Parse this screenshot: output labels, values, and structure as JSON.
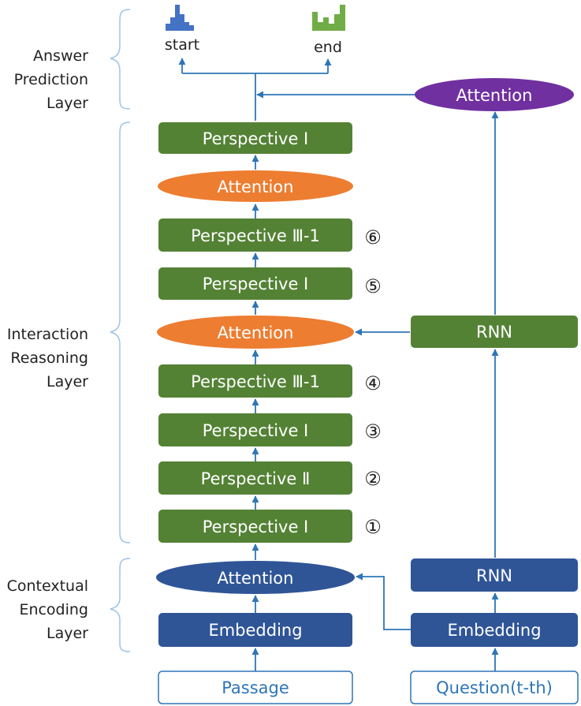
{
  "layers": {
    "answer": [
      "Answer",
      "Prediction",
      "Layer"
    ],
    "interaction": [
      "Interaction",
      "Reasoning",
      "Layer"
    ],
    "contextual": [
      "Contextual",
      "Encoding",
      "Layer"
    ]
  },
  "outputs": {
    "start": "start",
    "end": "end"
  },
  "passage_column": {
    "input": "Passage",
    "embedding": "Embedding",
    "attention_bottom": "Attention",
    "step1": "Perspective Ⅰ",
    "step2": "Perspective Ⅱ",
    "step3": "Perspective Ⅰ",
    "step4": "Perspective Ⅲ-1",
    "attention_mid": "Attention",
    "step5": "Perspective Ⅰ",
    "step6": "Perspective Ⅲ-1",
    "attention_top": "Attention",
    "final": "Perspective Ⅰ"
  },
  "question_column": {
    "input": "Question(t-th)",
    "embedding": "Embedding",
    "rnn_bottom": "RNN",
    "rnn_mid": "RNN",
    "attention": "Attention"
  },
  "step_markers": [
    "①",
    "②",
    "③",
    "④",
    "⑤",
    "⑥"
  ],
  "colors": {
    "green": "#548235",
    "blue": "#2F5597",
    "orange": "#ED7D31",
    "purple": "#7030A0",
    "arrow": "#2E75B6",
    "brace": "#9DC3E6",
    "input_border": "#2E75B6",
    "input_text": "#2E75B6",
    "bar_blue": "#4472C4",
    "bar_green": "#70AD47"
  }
}
